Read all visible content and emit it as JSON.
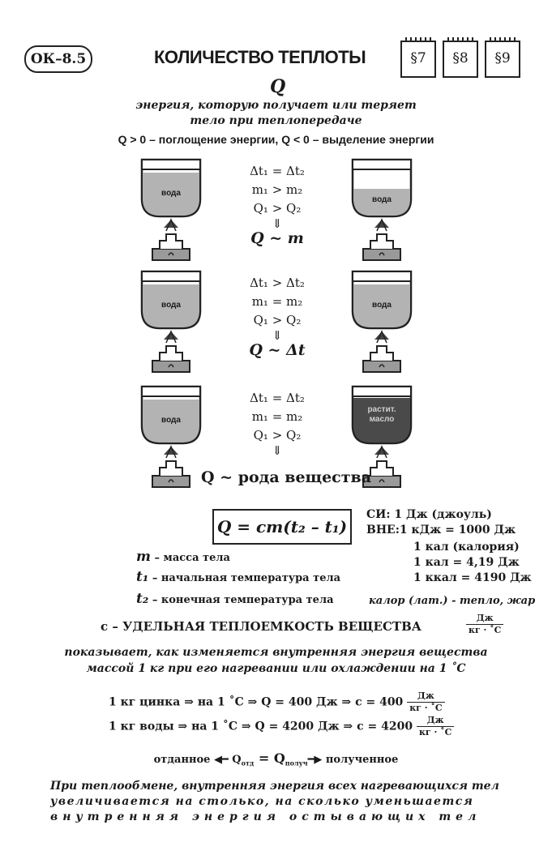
{
  "header": {
    "badge": "ОК–8.5",
    "title": "КОЛИЧЕСТВО ТЕПЛОТЫ",
    "sections": [
      "§7",
      "§8",
      "§9"
    ]
  },
  "definition": {
    "symbol": "Q",
    "line1": "энергия, которую получает или теряет",
    "line2": "тело при теплопередаче",
    "condition": "Q > 0 – поглощение энергии, Q < 0 – выделение энергии"
  },
  "experiments": [
    {
      "left_label": "вода",
      "right_label": "вода",
      "lines": [
        "Δt₁ = Δt₂",
        "m₁ > m₂",
        "Q₁ > Q₂"
      ],
      "arrow": "⇓",
      "result": "Q ~ m"
    },
    {
      "left_label": "вода",
      "right_label": "вода",
      "lines": [
        "Δt₁ > Δt₂",
        "m₁ = m₂",
        "Q₁ > Q₂"
      ],
      "arrow": "⇓",
      "result": "Q ~ Δt"
    },
    {
      "left_label": "вода",
      "right_label": "растит. масло",
      "lines": [
        "Δt₁ = Δt₂",
        "m₁ = m₂",
        "Q₁ > Q₂"
      ],
      "arrow": "⇓",
      "result": "Q ~ рода вещества"
    }
  ],
  "formula": "Q = cm(t₂ – t₁)",
  "units": [
    "СИ: 1 Дж (джоуль)",
    "ВНЕ:1 кДж = 1000 Дж",
    "1 кал (калория)",
    "1 кал = 4,19 Дж",
    "1 ккал = 4190 Дж"
  ],
  "legend": [
    {
      "sym": "m",
      "text": " – масса тела"
    },
    {
      "sym": "t₁",
      "text": " – начальная температура тела"
    },
    {
      "sym": "t₂",
      "text": " – конечная температура тела"
    }
  ],
  "kalor": "калор (лат.) - тепло, жар",
  "specific_heat": {
    "title": "c – УДЕЛЬНАЯ ТЕПЛОЕМКОСТЬ ВЕЩЕСТВА",
    "unit_num": "Дж",
    "unit_den": "кг · ˚С",
    "desc1": "показывает, как изменяется внутренняя энергия вещества",
    "desc2": "массой 1 кг при его нагревании или охлаждении на 1 ˚С"
  },
  "examples": [
    {
      "text": "1 кг цинка ⇒ на 1 ˚С ⇒ Q = 400 Дж ⇒ c = 400",
      "num": "Дж",
      "den": "кг · ˚С"
    },
    {
      "text": "1 кг воды ⇒ на 1 ˚С ⇒ Q = 4200 Дж ⇒ c = 4200",
      "num": "Дж",
      "den": "кг · ˚С"
    }
  ],
  "balance": {
    "left": "отданное ◀━ Q",
    "left_sub": "отд",
    "middle": " = Q",
    "right_sub": "получ",
    "right": "━▶ полученное"
  },
  "conclusion": {
    "line1": "При теплообмене, внутренняя энергия всех нагревающихся тел",
    "line2": "увеличивается на столько, на сколько уменьшается",
    "line3": "внутренняя энергия остывающих тел"
  },
  "colors": {
    "water": "#b3b3b3",
    "oil": "#4a4a4a",
    "ink": "#1a1a1a"
  }
}
